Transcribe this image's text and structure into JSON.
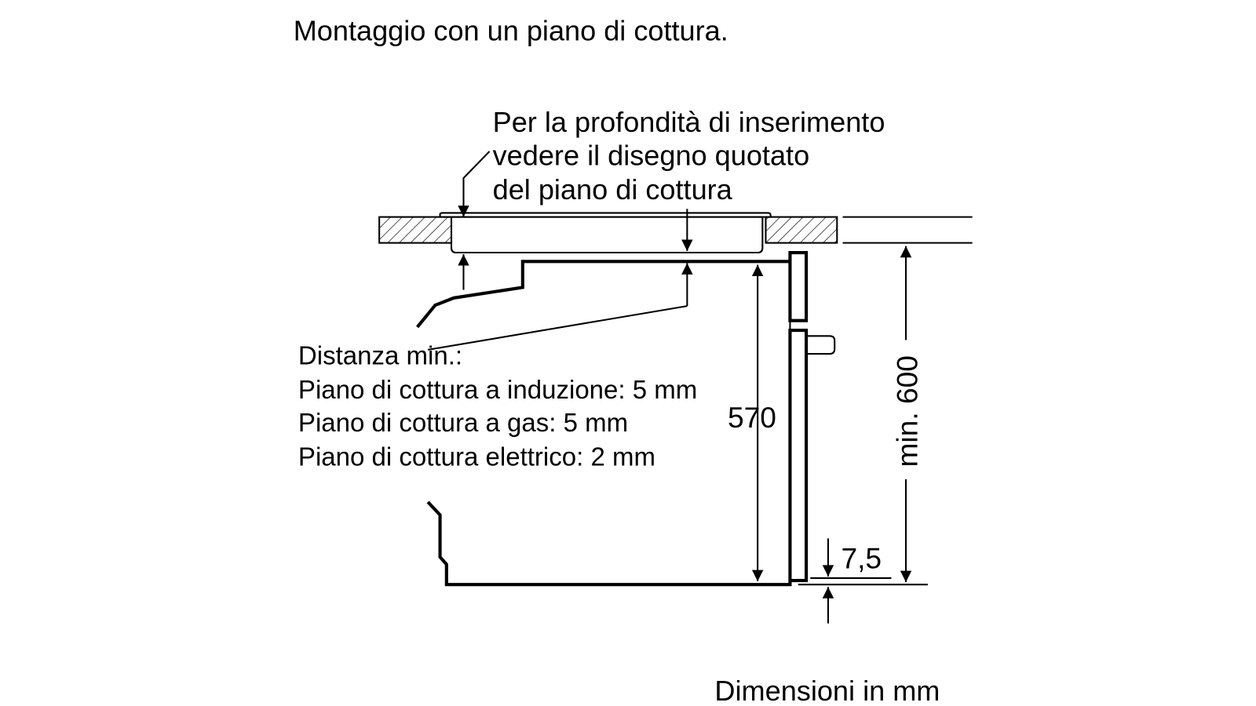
{
  "title": "Montaggio con un piano di cottura.",
  "note_depth": [
    "Per la profondità di inserimento",
    "vedere il disegno quotato",
    "del piano di cottura"
  ],
  "distance": {
    "heading": "Distanza min.:",
    "lines": [
      "Piano di cottura a induzione: 5 mm",
      "Piano di cottura a gas: 5 mm",
      "Piano di cottura elettrico: 2 mm"
    ]
  },
  "dimensions": {
    "height_570": "570",
    "min_600": "min. 600",
    "gap_7_5": "7,5"
  },
  "footer": "Dimensioni in mm"
}
